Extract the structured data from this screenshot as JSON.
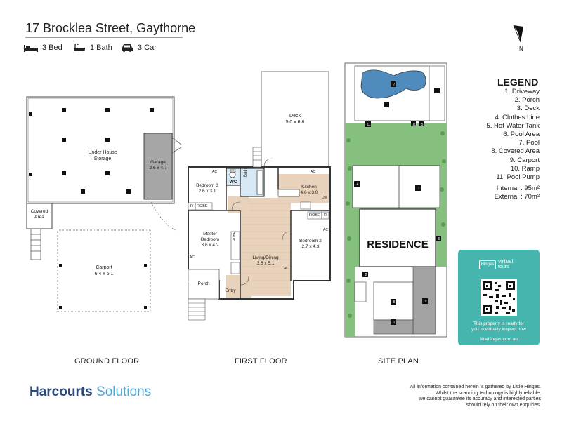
{
  "address": "17 Brocklea Street, Gaythorne",
  "features": [
    {
      "icon": "bed-icon",
      "label": "3 Bed"
    },
    {
      "icon": "bath-icon",
      "label": "1 Bath"
    },
    {
      "icon": "car-icon",
      "label": "3 Car"
    }
  ],
  "compass_label": "N",
  "ground_floor": {
    "section_label": "GROUND FLOOR",
    "storage": {
      "name": "Under House",
      "sub": "Storage"
    },
    "garage": {
      "name": "Garage",
      "size": "2.6 x 4.7"
    },
    "covered": {
      "name": "Covered",
      "sub": "Area"
    },
    "carport": {
      "name": "Carport",
      "size": "6.4 x 6.1"
    }
  },
  "first_floor": {
    "section_label": "FIRST FLOOR",
    "deck": {
      "name": "Deck",
      "size": "5.0 x 6.8"
    },
    "bedroom3": {
      "name": "Bedroom 3",
      "size": "2.6 x 3.1"
    },
    "wc": "WC",
    "bath": "Bath",
    "kitchen": {
      "name": "Kitchen",
      "size": "4.6 x 3.0"
    },
    "master": {
      "name": "Master",
      "sub": "Bedroom",
      "size": "3.6 x 4.2"
    },
    "living": {
      "name": "Living/Dining",
      "size": "3.6 x 5.1"
    },
    "bedroom2": {
      "name": "Bedroom 2",
      "size": "2.7 x 4.3"
    },
    "porch": "Porch",
    "entry": "Entry",
    "robe": "ROBE",
    "ac": "AC",
    "r": "R",
    "dw": "DW"
  },
  "site_plan": {
    "section_label": "SITE PLAN",
    "residence": "RESIDENCE",
    "markers": [
      "1",
      "2",
      "3",
      "4",
      "5",
      "6",
      "7",
      "8",
      "9",
      "10",
      "11"
    ]
  },
  "legend": {
    "title": "LEGEND",
    "items": [
      "1. Driveway",
      "2. Porch",
      "3. Deck",
      "4. Clothes Line",
      "5. Hot Water Tank",
      "6. Pool Area",
      "7. Pool",
      "8. Covered Area",
      "9. Carport",
      "10. Ramp",
      "11. Pool Pump"
    ],
    "internal": "Internal  :  95m²",
    "external": "External :  70m²"
  },
  "virtual_card": {
    "brand": "Hinges",
    "tag1": "virtual",
    "tag2": "tours",
    "text1": "This property is ready for",
    "text2": "you to virtually inspect now",
    "url": "littlehinges.com.au",
    "color": "#45b5ad"
  },
  "brand": {
    "name": "Harcourts",
    "suffix": "Solutions"
  },
  "disclaimer": [
    "All information contained herein is gathered by Little Hinges.",
    "Whilst the scanning technology is highly reliable,",
    "we cannot guarantee its accuracy and interested parties",
    "should rely on their own enquiries."
  ],
  "colors": {
    "garage": "#a6a6a6",
    "wood": "#e9d2bb",
    "tile": "#d7e9f5",
    "grass": "#86c07f",
    "pool": "#4f8bbd",
    "driveway": "#a3a3a3"
  }
}
